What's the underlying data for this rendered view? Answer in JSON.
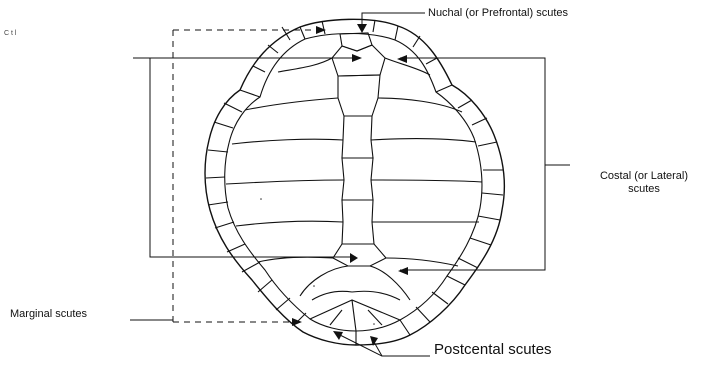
{
  "labels": {
    "nuchal": "Nuchal (or Prefrontal) scutes",
    "costal_line1": "Costal (or Lateral)",
    "costal_line2": "scutes",
    "marginal": "Marginal scutes",
    "postcentral": "Postcental scutes",
    "tiny_fragment": "C   t l"
  }
}
